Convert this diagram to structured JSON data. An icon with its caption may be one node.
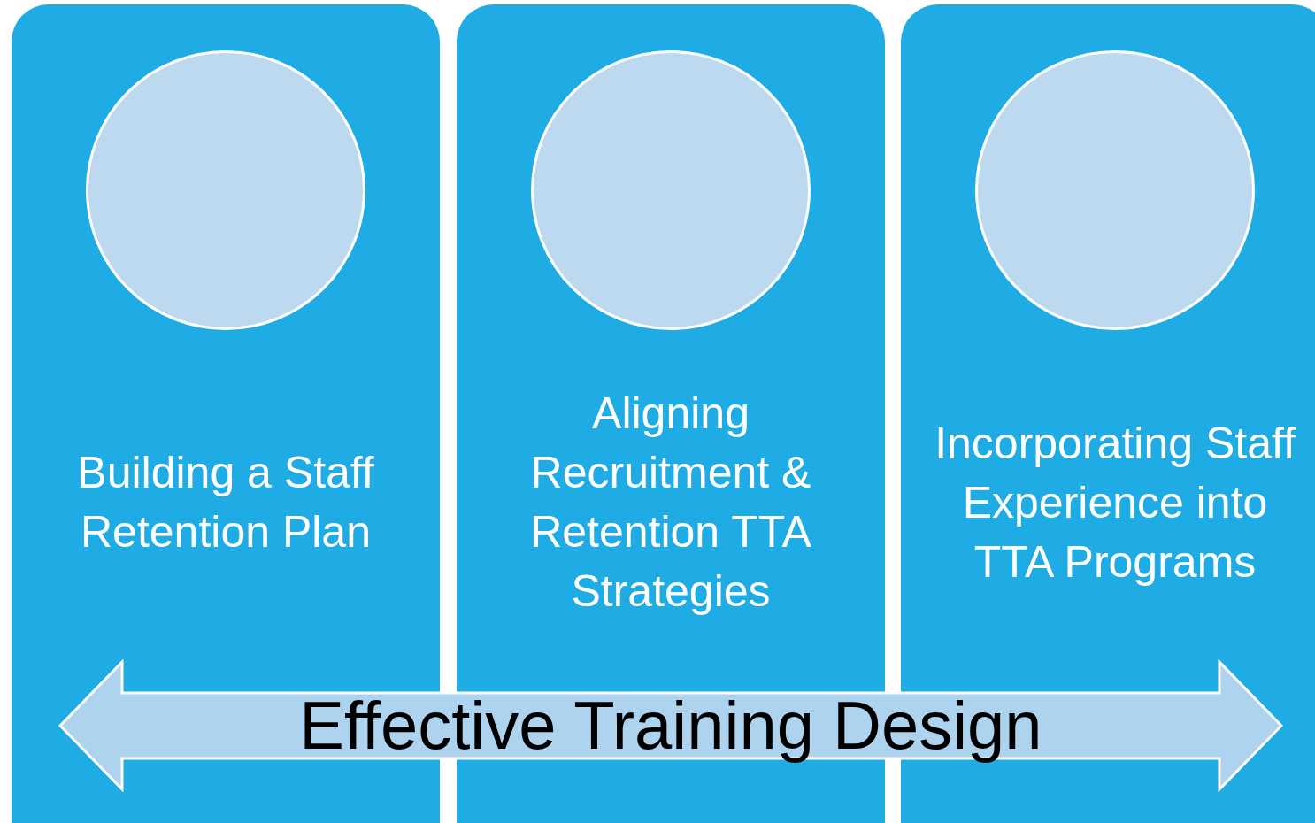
{
  "diagram": {
    "nodes": [
      {
        "text": [
          "Building a Staff Retention Plan"
        ]
      },
      {
        "text": [],
        "shape": "circle",
        "in": 0
      },
      {
        "text": [
          "Aligning Recruitment & Retention TTA Strategies"
        ]
      },
      {
        "text": [],
        "shape": "circle",
        "in": 2
      },
      {
        "text": [
          "Incorporating Staff Experience into TTA Programs"
        ]
      },
      {
        "text": [],
        "shape": "circle",
        "in": 4
      },
      {
        "text": [
          "Effective Training Design"
        ]
      }
    ]
  }
}
